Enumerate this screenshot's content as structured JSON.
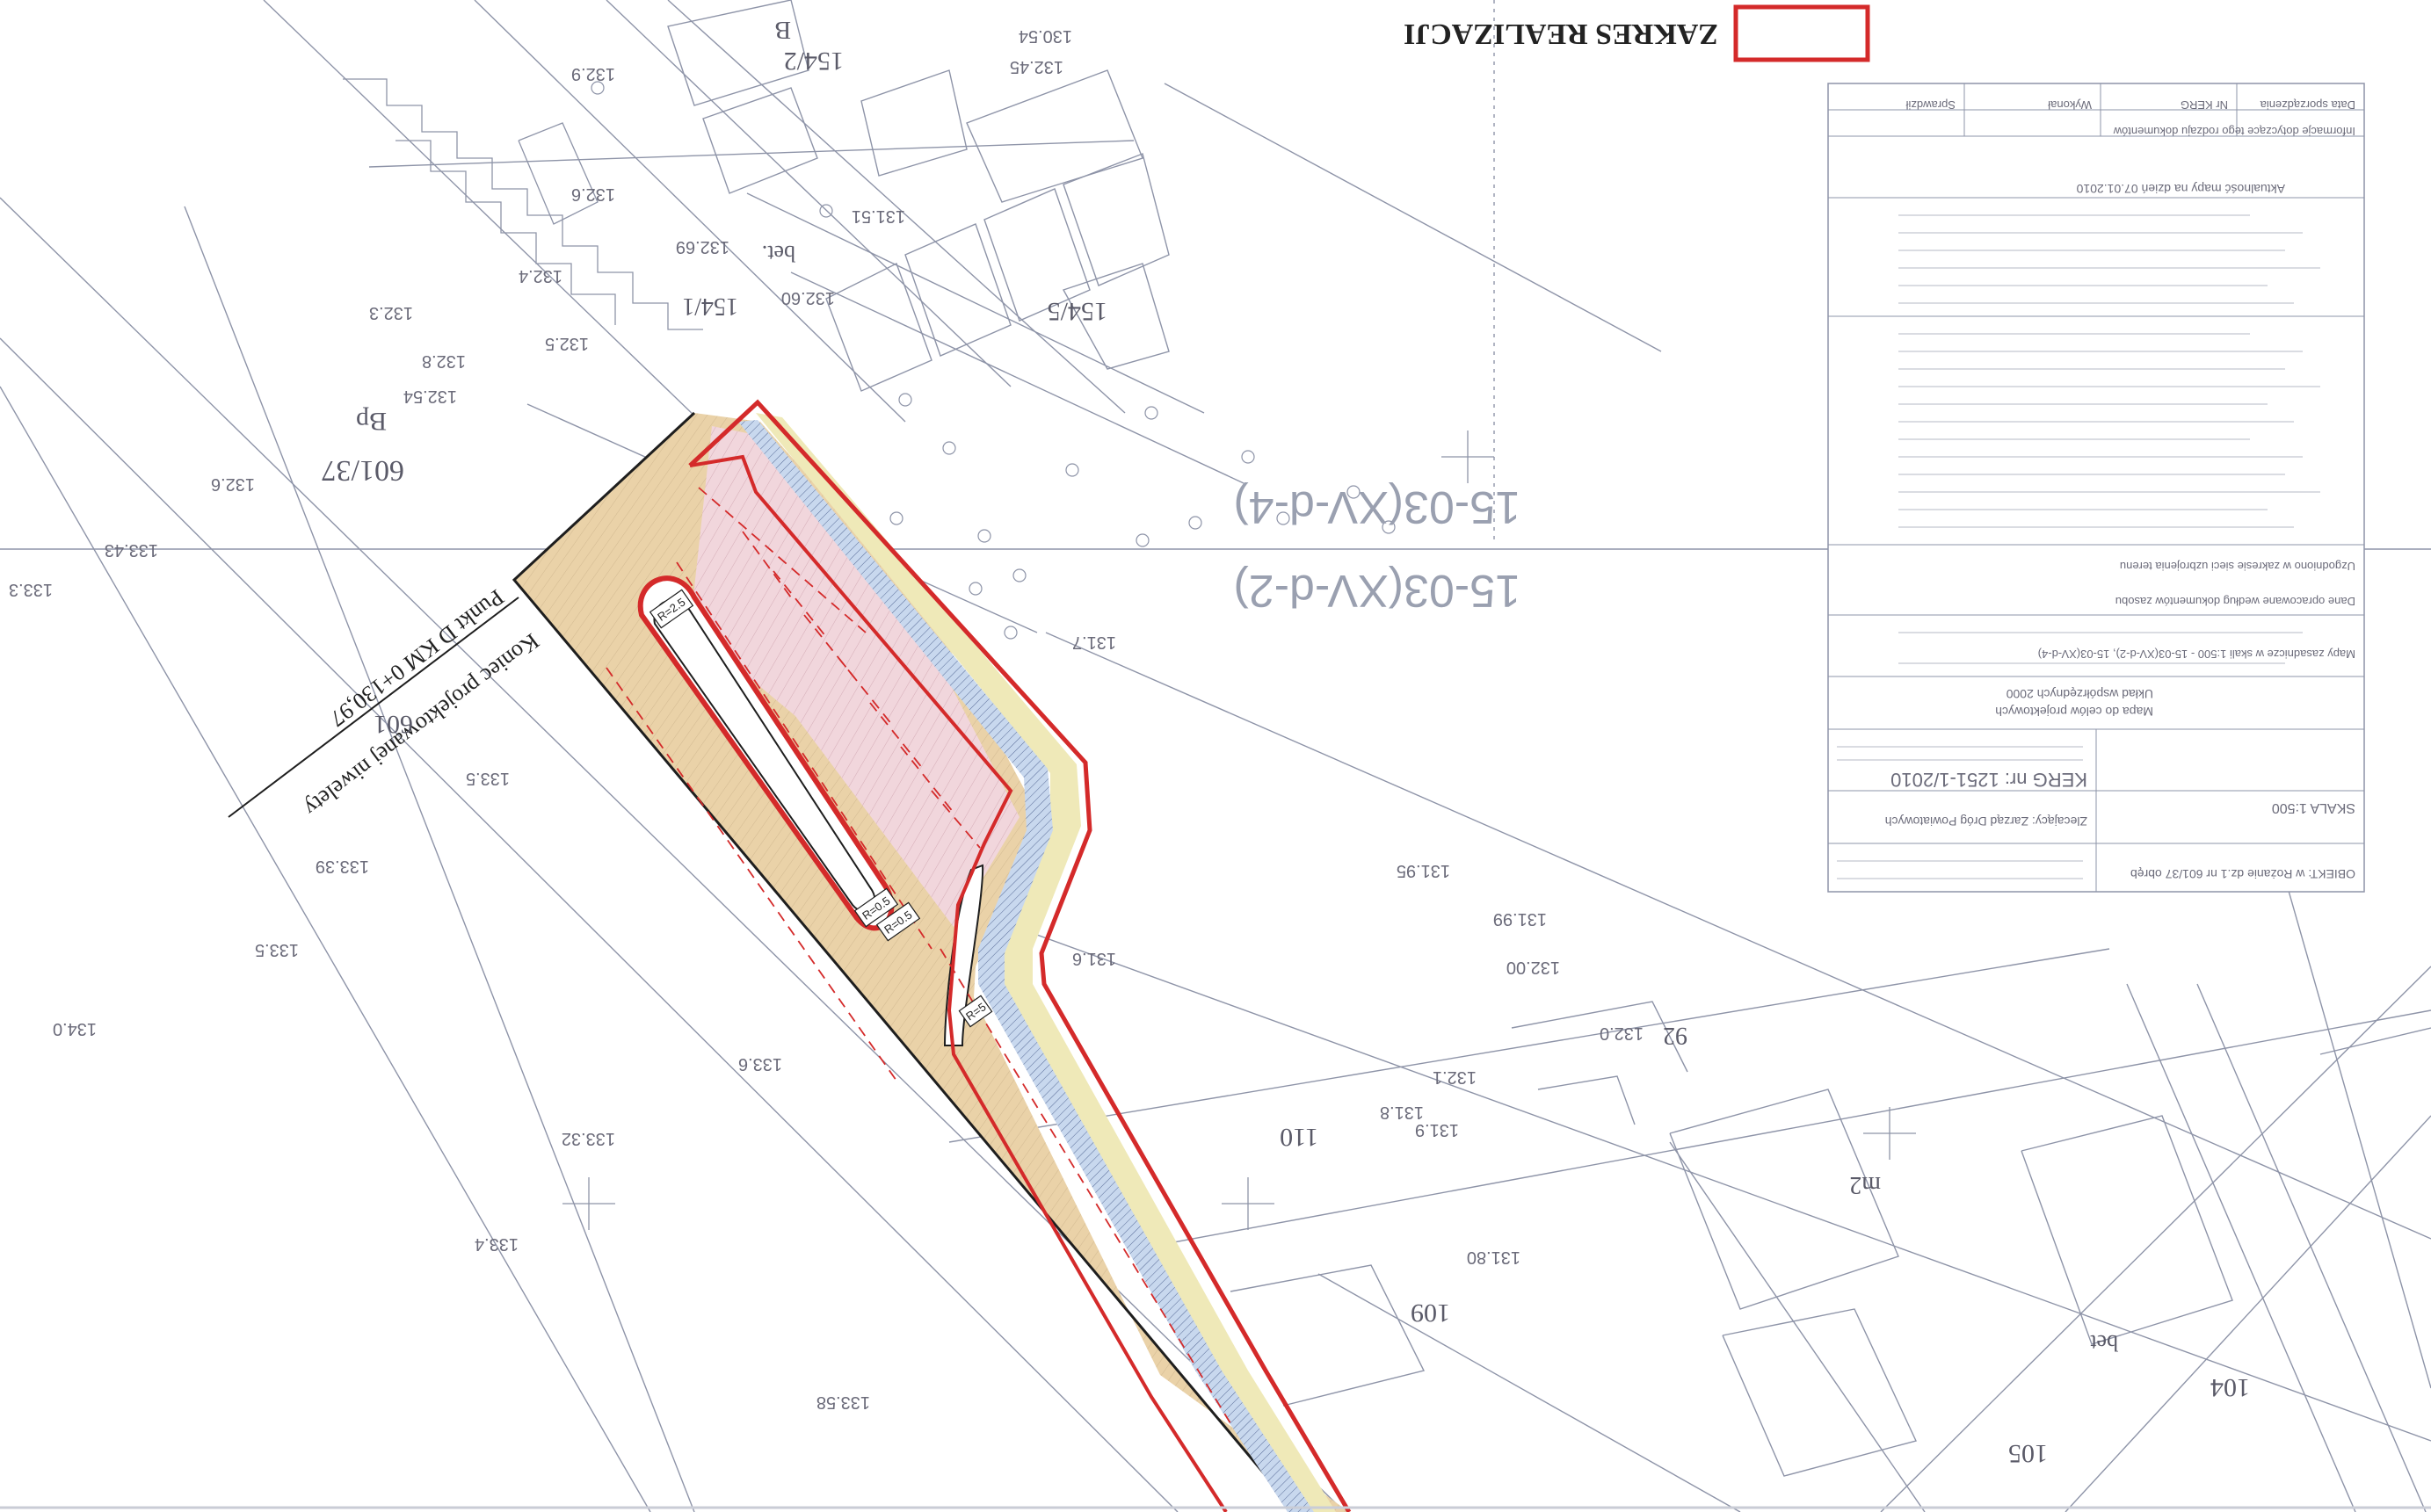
{
  "legend": {
    "label": "ZAKRES REALIZACJI",
    "swatch_color": "#d42a2a"
  },
  "project_end_label": {
    "line1": "Punkt D    KM 0+130,97",
    "line2": "Koniec projektowanej niwelety"
  },
  "sheet_codes": [
    "15-03(XV-d-4)",
    "15-03(XV-d-2)"
  ],
  "parcel_labels": [
    "601/37",
    "154/2",
    "154/5",
    "154/1",
    "601",
    "110",
    "109",
    "105",
    "104",
    "92",
    "m2",
    "Bp",
    "B",
    "bet.",
    "bet"
  ],
  "elevations": [
    "132.9",
    "132.6",
    "132.5",
    "132.4",
    "132.3",
    "132.8",
    "132.6",
    "133.43",
    "133.3",
    "133.5",
    "133.39",
    "133.5",
    "134.0",
    "133.6",
    "133.32",
    "133.4",
    "133.58",
    "131.7",
    "131.6",
    "132.0",
    "131.9",
    "131.8",
    "131.80",
    "132.1",
    "131.95",
    "132.00",
    "130.54",
    "132.45",
    "131.51",
    "132.54",
    "132.69",
    "132.60",
    "131.99"
  ],
  "curve_labels": [
    "R=2.5",
    "R=0.5",
    "R=0.5",
    "R=5"
  ],
  "title_block": {
    "lines": [
      "OBIEKT: w Rożanie dz.1 nr 601/37 obręb",
      "Zlecający: Zarząd Dróg Powiatowych",
      "SKALA 1:500",
      "KERG nr: 1251-1/2010",
      "Mapa do celów projektowych",
      "Układ współrzędnych 2000",
      "Aktualność mapy na dzień 07.01.2010",
      "Informacje dotyczące tego rodzaju dokumentów",
      "Uzgodniono w zakresie sieci uzbrojenia terenu",
      "Mapy zasadnicze w skali 1:500 - 15-03(XV-d-2), 15-03(XV-d-4)",
      "Dane opracowane według dokumentów zasobu"
    ],
    "footer": [
      "Data sporządzenia",
      "Nr KERG",
      "Wykonał",
      "Sprawdził"
    ]
  },
  "colors": {
    "boundary_red": "#d42a2a",
    "edge_black": "#1e1e1e",
    "sidewalk_tan": "#ead2a8",
    "parking_pink": "#f1d6dc",
    "bikepath_blue": "#c8d8ee",
    "strip_yellow": "#efe9b8",
    "basemap_line": "#8e94a8"
  }
}
